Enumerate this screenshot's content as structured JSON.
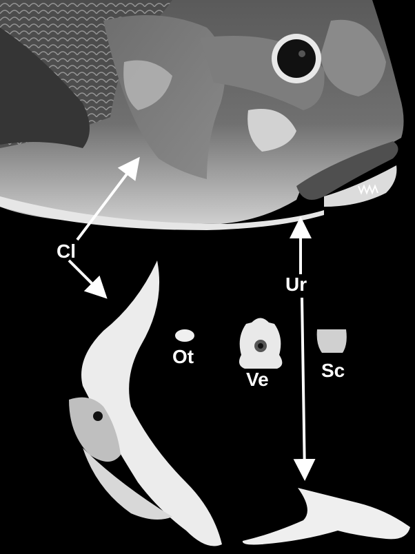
{
  "labels": {
    "cl": "Cl",
    "ur": "Ur",
    "ot": "Ot",
    "ve": "Ve",
    "sc": "Sc"
  },
  "colors": {
    "background": "#000000",
    "arrow": "#ffffff",
    "bone": "#eeeeee",
    "fish_dark": "#3a3a3a",
    "fish_mid": "#6b6b6b",
    "fish_light": "#bdbdbd"
  }
}
